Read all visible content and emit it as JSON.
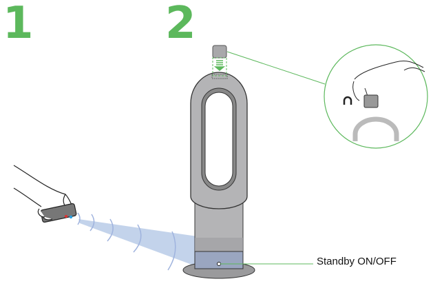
{
  "steps": {
    "one": "1",
    "two": "2"
  },
  "callout": {
    "standby_label": "Standby ON/OFF"
  },
  "colors": {
    "accent_green": "#5cb85c",
    "beam_blue": "#b7c8e6",
    "fan_grey": "#b4b4b6",
    "remote_red": "#e03030",
    "remote_blue": "#2aa0e0"
  }
}
